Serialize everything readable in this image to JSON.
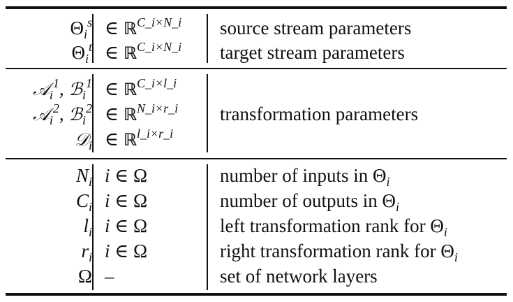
{
  "table": {
    "groups": [
      {
        "rows": [
          {
            "symbol": "Θ_i^s",
            "domain": "∈ ℝ^{C_i×N_i}",
            "description": "source stream parameters"
          },
          {
            "symbol": "Θ_i^t",
            "domain": "∈ ℝ^{C_i×N_i}",
            "description": "target stream parameters"
          }
        ]
      },
      {
        "rows": [
          {
            "symbol": "𝒜_i^1, ℬ_i^1",
            "domain": "∈ ℝ^{C_i×l_i}"
          },
          {
            "symbol": "𝒜_i^2, ℬ_i^2",
            "domain": "∈ ℝ^{N_i×r_i}"
          },
          {
            "symbol": "𝒟_i",
            "domain": "∈ ℝ^{l_i×r_i}"
          }
        ],
        "description": "transformation parameters"
      },
      {
        "rows": [
          {
            "symbol": "N_i",
            "domain": "i ∈ Ω",
            "description_text": "number of inputs in ",
            "description_symbol": "Θ_i"
          },
          {
            "symbol": "C_i",
            "domain": "i ∈ Ω",
            "description_text": "number of outputs in ",
            "description_symbol": "Θ_i"
          },
          {
            "symbol": "l_i",
            "domain": "i ∈ Ω",
            "description_text": "left transformation rank for ",
            "description_symbol": "Θ_i"
          },
          {
            "symbol": "r_i",
            "domain": "i ∈ Ω",
            "description_text": "right transformation rank for ",
            "description_symbol": "Θ_i"
          },
          {
            "symbol": "Ω",
            "domain": "–",
            "description": "set of network layers"
          }
        ]
      }
    ]
  }
}
